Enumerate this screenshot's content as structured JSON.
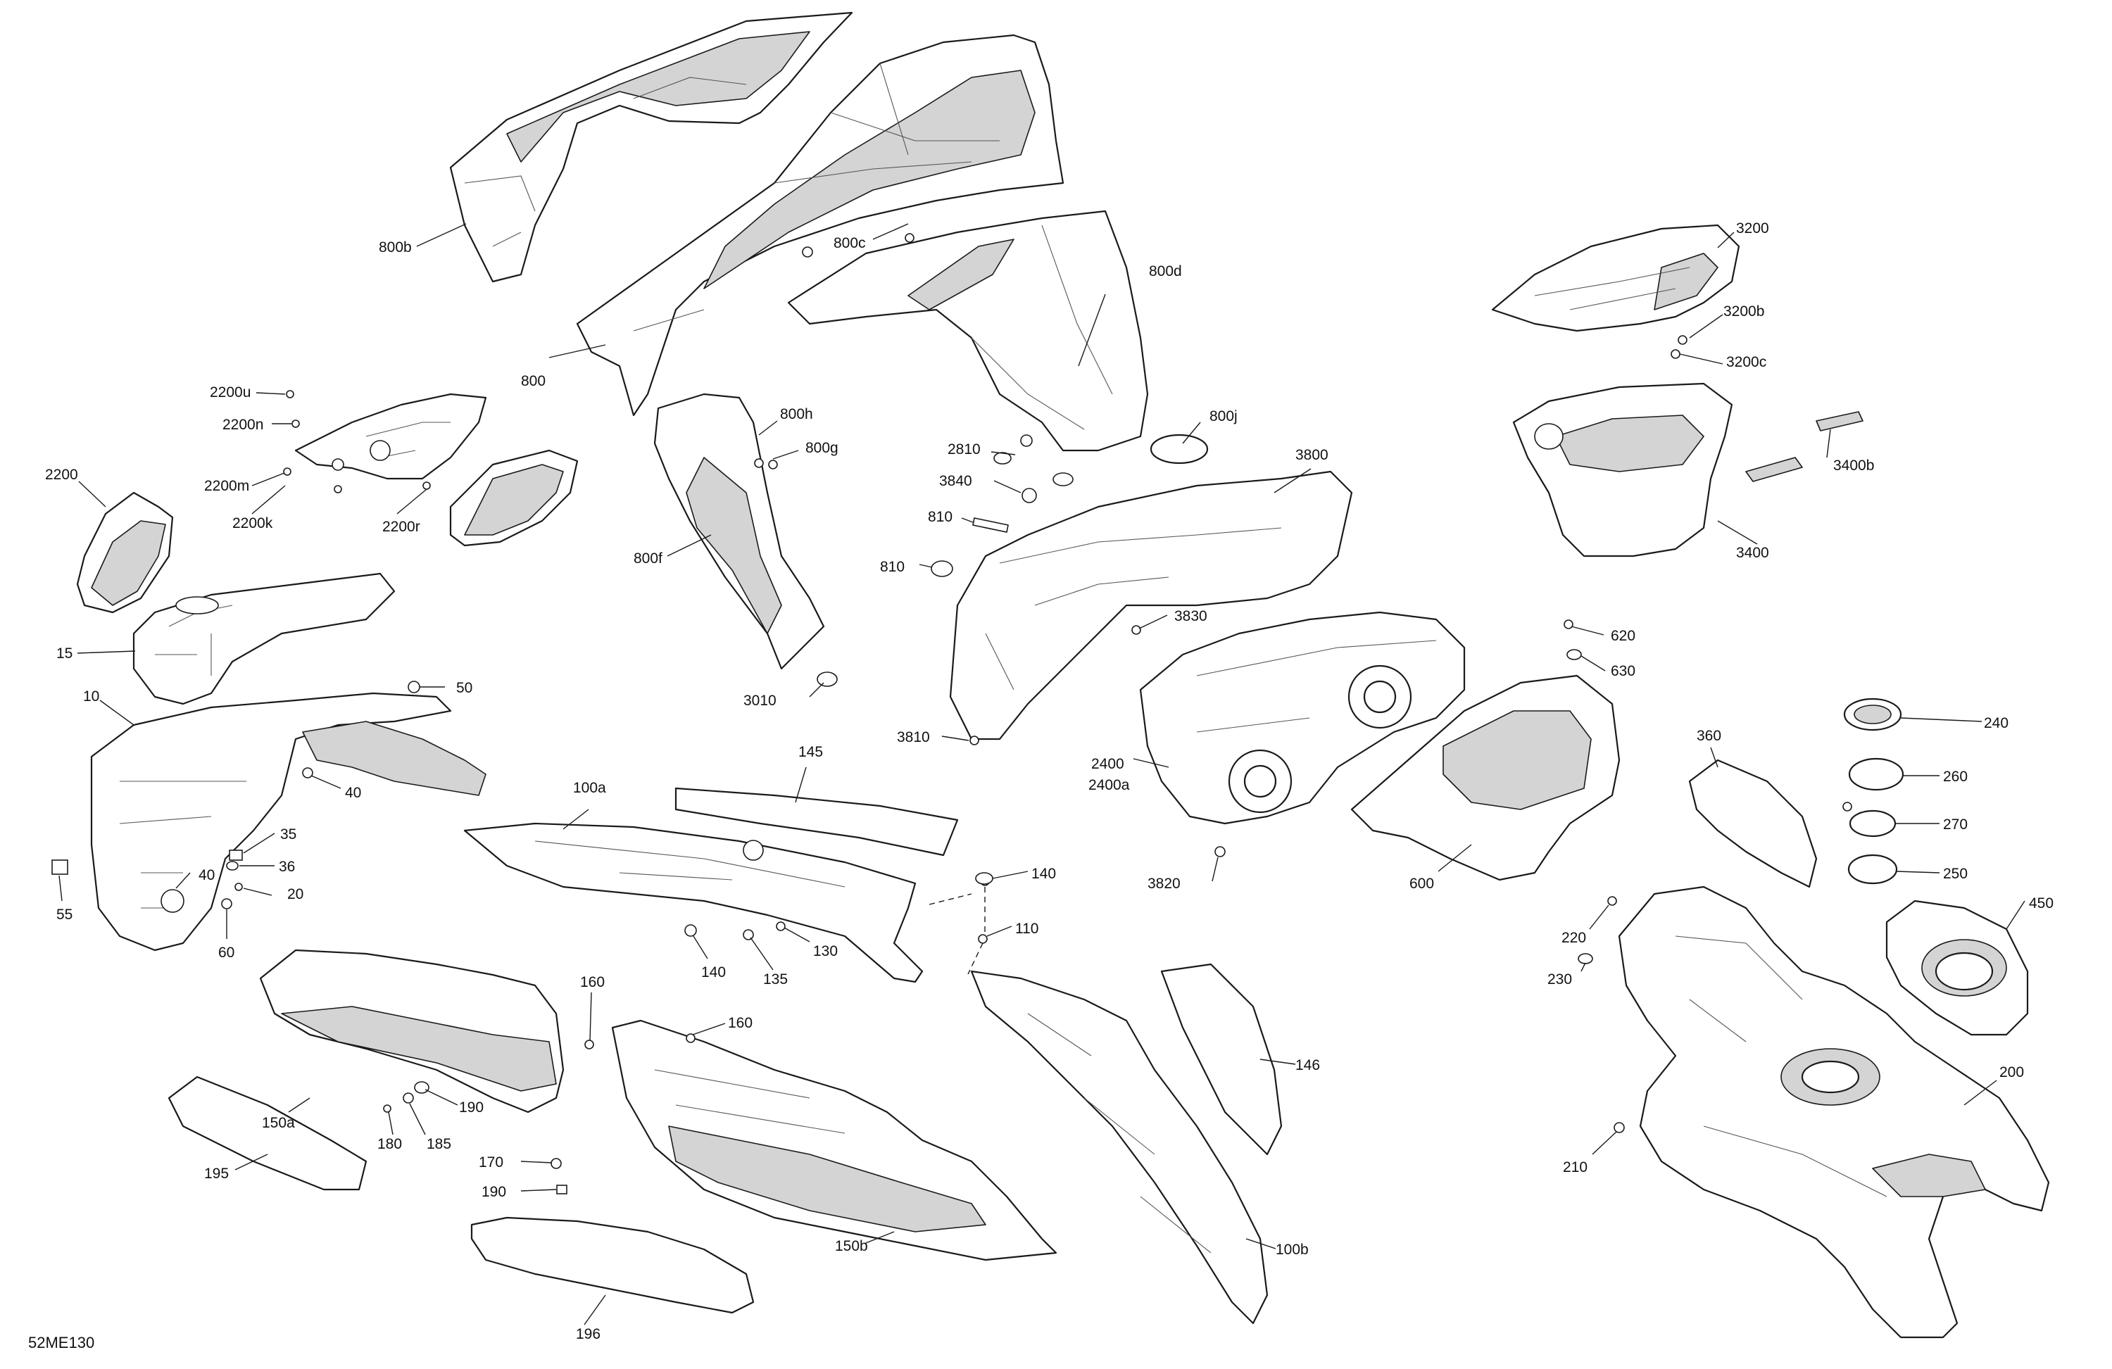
{
  "diagram_code": "52ME130",
  "labels": [
    {
      "id": "800b",
      "text": "800b"
    },
    {
      "id": "800c",
      "text": "800c"
    },
    {
      "id": "800",
      "text": "800"
    },
    {
      "id": "800d",
      "text": "800d"
    },
    {
      "id": "800h",
      "text": "800h"
    },
    {
      "id": "800g",
      "text": "800g"
    },
    {
      "id": "800f",
      "text": "800f"
    },
    {
      "id": "800j",
      "text": "800j"
    },
    {
      "id": "3010",
      "text": "3010"
    },
    {
      "id": "2200u",
      "text": "2200u"
    },
    {
      "id": "2200n",
      "text": "2200n"
    },
    {
      "id": "2200m",
      "text": "2200m"
    },
    {
      "id": "2200k",
      "text": "2200k"
    },
    {
      "id": "2200r",
      "text": "2200r"
    },
    {
      "id": "2200",
      "text": "2200"
    },
    {
      "id": "15",
      "text": "15"
    },
    {
      "id": "10",
      "text": "10"
    },
    {
      "id": "50",
      "text": "50"
    },
    {
      "id": "40a",
      "text": "40"
    },
    {
      "id": "35",
      "text": "35"
    },
    {
      "id": "36",
      "text": "36"
    },
    {
      "id": "40b",
      "text": "40"
    },
    {
      "id": "20",
      "text": "20"
    },
    {
      "id": "55",
      "text": "55"
    },
    {
      "id": "60",
      "text": "60"
    },
    {
      "id": "2810",
      "text": "2810"
    },
    {
      "id": "3840",
      "text": "3840"
    },
    {
      "id": "810a",
      "text": "810"
    },
    {
      "id": "810b",
      "text": "810"
    },
    {
      "id": "3800",
      "text": "3800"
    },
    {
      "id": "3830",
      "text": "3830"
    },
    {
      "id": "3810",
      "text": "3810"
    },
    {
      "id": "2400",
      "text": "2400"
    },
    {
      "id": "2400a",
      "text": "2400a"
    },
    {
      "id": "3820",
      "text": "3820"
    },
    {
      "id": "620",
      "text": "620"
    },
    {
      "id": "630",
      "text": "630"
    },
    {
      "id": "600",
      "text": "600"
    },
    {
      "id": "3200",
      "text": "3200"
    },
    {
      "id": "3200b",
      "text": "3200b"
    },
    {
      "id": "3200c",
      "text": "3200c"
    },
    {
      "id": "3400b",
      "text": "3400b"
    },
    {
      "id": "3400",
      "text": "3400"
    },
    {
      "id": "240",
      "text": "240"
    },
    {
      "id": "260",
      "text": "260"
    },
    {
      "id": "270",
      "text": "270"
    },
    {
      "id": "250",
      "text": "250"
    },
    {
      "id": "360",
      "text": "360"
    },
    {
      "id": "450",
      "text": "450"
    },
    {
      "id": "220",
      "text": "220"
    },
    {
      "id": "230",
      "text": "230"
    },
    {
      "id": "200",
      "text": "200"
    },
    {
      "id": "210",
      "text": "210"
    },
    {
      "id": "145",
      "text": "145"
    },
    {
      "id": "100a",
      "text": "100a"
    },
    {
      "id": "140a",
      "text": "140"
    },
    {
      "id": "140b",
      "text": "140"
    },
    {
      "id": "135",
      "text": "135"
    },
    {
      "id": "130",
      "text": "130"
    },
    {
      "id": "110",
      "text": "110"
    },
    {
      "id": "146",
      "text": "146"
    },
    {
      "id": "100b",
      "text": "100b"
    },
    {
      "id": "160a",
      "text": "160"
    },
    {
      "id": "160b",
      "text": "160"
    },
    {
      "id": "150a",
      "text": "150a"
    },
    {
      "id": "190a",
      "text": "190"
    },
    {
      "id": "185",
      "text": "185"
    },
    {
      "id": "180",
      "text": "180"
    },
    {
      "id": "195",
      "text": "195"
    },
    {
      "id": "170",
      "text": "170"
    },
    {
      "id": "190b",
      "text": "190"
    },
    {
      "id": "150b",
      "text": "150b"
    },
    {
      "id": "196",
      "text": "196"
    }
  ]
}
